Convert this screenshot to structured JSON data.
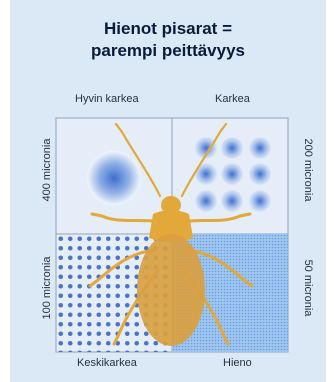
{
  "title": {
    "line1": "Hienot pisarat =",
    "line2": "parempi peittävyys"
  },
  "quadrants": {
    "top_left": "Hyvin karkea",
    "top_right": "Karkea",
    "bottom_left": "Keskikarkea",
    "bottom_right": "Hieno"
  },
  "side_labels": {
    "left_top": "400 micronia",
    "left_bottom": "100 micronia",
    "right_top": "200 micronia",
    "right_bottom": "50 micronia"
  },
  "colors": {
    "background": "#dbe8f6",
    "insect": "#e2a83a",
    "droplet": "#3f6fd0",
    "fine_fill": "#9fc6ee",
    "grid_line": "#8fa3bd"
  }
}
